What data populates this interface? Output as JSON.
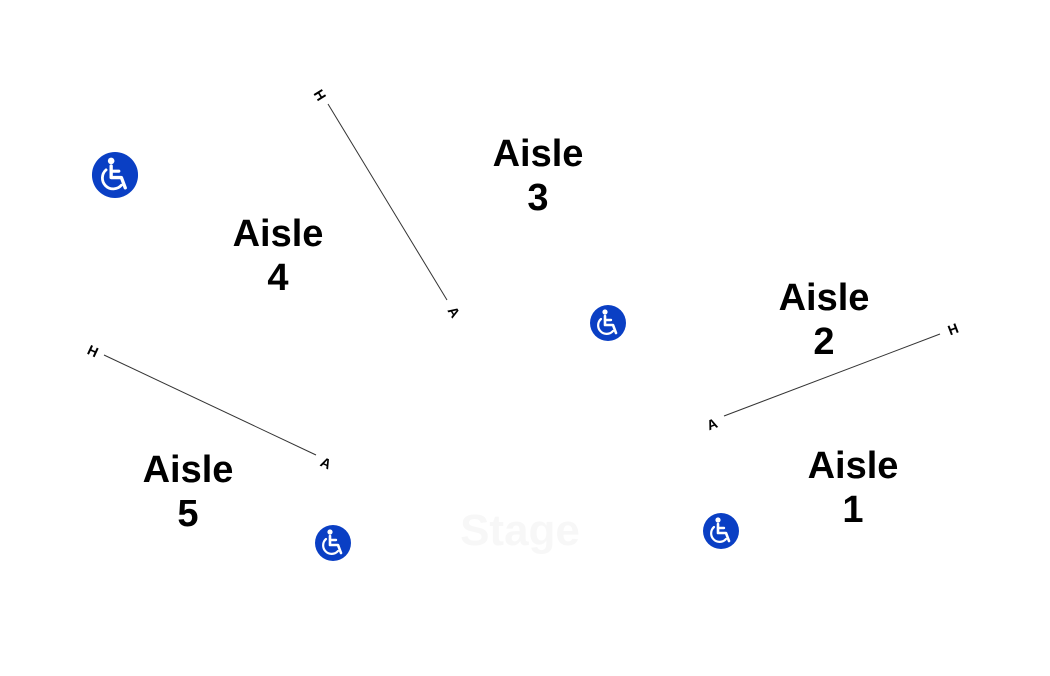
{
  "colors": {
    "background": "#ffffff",
    "text": "#000000",
    "accessible_badge": "#0a3fc4",
    "stage_text": "#f7f7f7"
  },
  "aisles": [
    {
      "word": "Aisle",
      "number": "1"
    },
    {
      "word": "Aisle",
      "number": "2"
    },
    {
      "word": "Aisle",
      "number": "3"
    },
    {
      "word": "Aisle",
      "number": "4"
    },
    {
      "word": "Aisle",
      "number": "5"
    }
  ],
  "row_markers": [
    {
      "start": "A",
      "end": "H"
    },
    {
      "start": "A",
      "end": "H"
    },
    {
      "start": "A",
      "end": "H"
    }
  ],
  "stage": {
    "label": "Stage"
  },
  "icons": {
    "accessible_seating": "wheelchair-accessible-icon",
    "count": 4
  }
}
